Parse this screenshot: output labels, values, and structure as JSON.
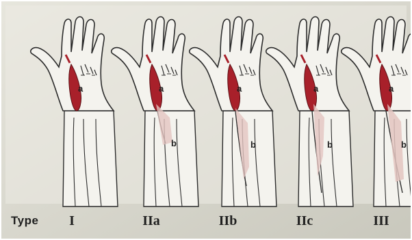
{
  "header_label": "Type",
  "colors": {
    "background": "#dcdad0",
    "paper": "#f3f2ec",
    "outline": "#2b2b2b",
    "muscle": "#a8202a",
    "tendon_b": "#e3c4c0"
  },
  "figures": [
    {
      "type": "I",
      "labels": [
        "a"
      ]
    },
    {
      "type": "IIa",
      "labels": [
        "a",
        "b"
      ]
    },
    {
      "type": "IIb",
      "labels": [
        "a",
        "b"
      ]
    },
    {
      "type": "IIc",
      "labels": [
        "a",
        "b"
      ]
    },
    {
      "type": "III",
      "labels": [
        "a",
        "b"
      ]
    }
  ]
}
